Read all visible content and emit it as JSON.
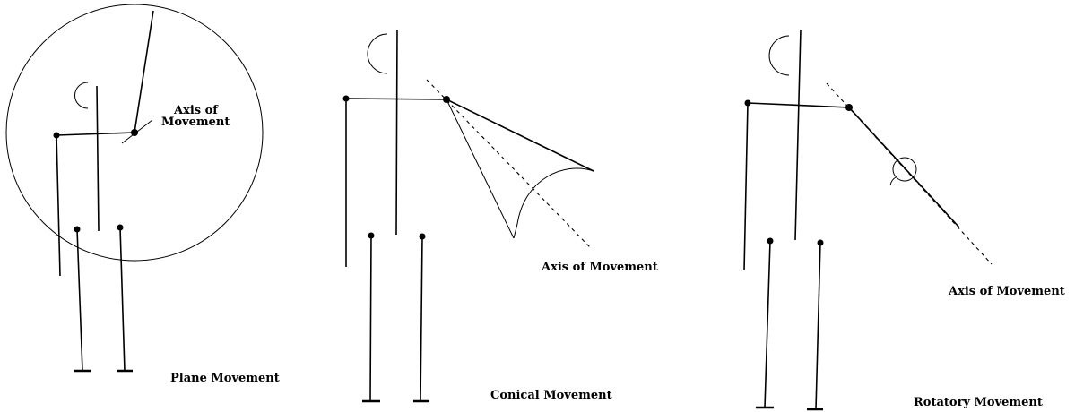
{
  "panels": [
    {
      "caption": "Plane Movement",
      "axis_label_line1": "Axis of",
      "axis_label_line2": "Movement"
    },
    {
      "caption": "Conical Movement",
      "axis_label": "Axis of Movement"
    },
    {
      "caption": "Rotatory Movement",
      "axis_label": "Axis of Movement"
    }
  ]
}
